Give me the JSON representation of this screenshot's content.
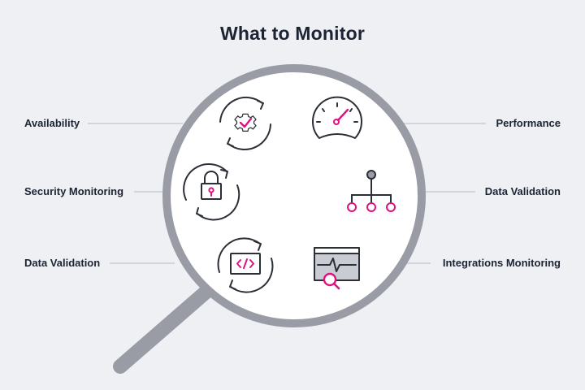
{
  "title": "What to Monitor",
  "colors": {
    "background": "#eef0f4",
    "text": "#1c2333",
    "accent": "#e0117f",
    "lens_rim": "#9a9ca5",
    "connector": "#c9ccd3",
    "icon_stroke": "#2b2f36"
  },
  "left_labels": [
    {
      "text": "Availability",
      "icon": "refresh-gear-check-icon"
    },
    {
      "text": "Security Monitoring",
      "icon": "refresh-padlock-icon"
    },
    {
      "text": "Data Validation",
      "icon": "refresh-code-window-icon"
    }
  ],
  "right_labels": [
    {
      "text": "Performance",
      "icon": "speedometer-icon"
    },
    {
      "text": "Data Validation",
      "icon": "hierarchy-tree-icon"
    },
    {
      "text": "Integrations Monitoring",
      "icon": "monitor-pulse-search-icon"
    }
  ],
  "graphic": "magnifying-glass-icon"
}
